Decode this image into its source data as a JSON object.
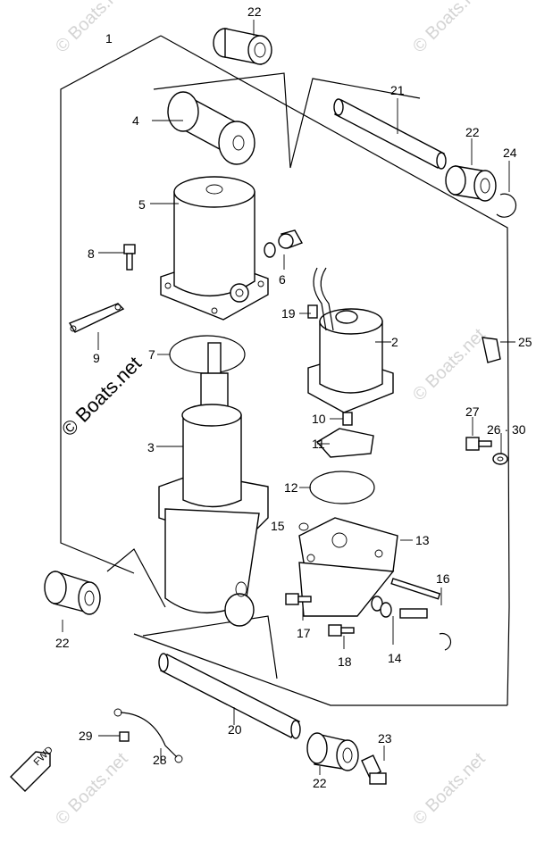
{
  "diagram": {
    "watermark_text": "© Boats.net",
    "fwd_label": "FWD",
    "callouts": [
      "1",
      "2",
      "3",
      "4",
      "5",
      "6",
      "7",
      "8",
      "9",
      "10",
      "11",
      "12",
      "13",
      "14",
      "15",
      "16",
      "17",
      "18",
      "19",
      "20",
      "21",
      "22",
      "22",
      "22",
      "22",
      "23",
      "24",
      "25",
      "26 · 30",
      "27",
      "28",
      "29"
    ]
  }
}
